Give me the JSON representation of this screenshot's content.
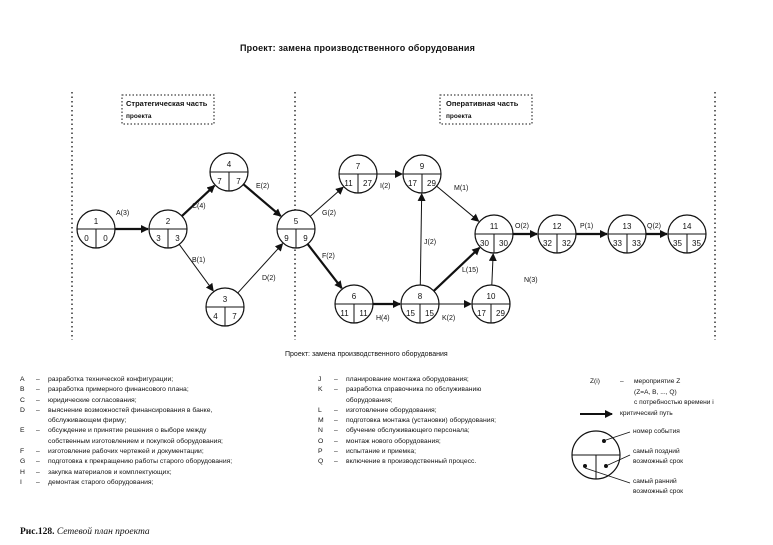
{
  "title": "Проект: замена производственного оборудования",
  "subtitle": "Проект: замена производственного оборудования",
  "phases": {
    "strategic": [
      "Стратегическая часть",
      "проекта"
    ],
    "operational": [
      "Оперативная часть",
      "проекта"
    ]
  },
  "nodes": [
    {
      "id": "1",
      "early": "0",
      "late": "0"
    },
    {
      "id": "2",
      "early": "3",
      "late": "3"
    },
    {
      "id": "3",
      "early": "4",
      "late": "7"
    },
    {
      "id": "4",
      "early": "7",
      "late": "7"
    },
    {
      "id": "5",
      "early": "9",
      "late": "9"
    },
    {
      "id": "6",
      "early": "11",
      "late": "11"
    },
    {
      "id": "7",
      "early": "11",
      "late": "27"
    },
    {
      "id": "8",
      "early": "15",
      "late": "15"
    },
    {
      "id": "9",
      "early": "17",
      "late": "29"
    },
    {
      "id": "10",
      "early": "17",
      "late": "29"
    },
    {
      "id": "11",
      "early": "30",
      "late": "30"
    },
    {
      "id": "12",
      "early": "32",
      "late": "32"
    },
    {
      "id": "13",
      "early": "33",
      "late": "33"
    },
    {
      "id": "14",
      "early": "35",
      "late": "35"
    }
  ],
  "edges": [
    {
      "from": "1",
      "to": "2",
      "label": "A(3)",
      "critical": true
    },
    {
      "from": "2",
      "to": "4",
      "label": "C(4)",
      "critical": true
    },
    {
      "from": "2",
      "to": "3",
      "label": "B(1)",
      "critical": false
    },
    {
      "from": "4",
      "to": "5",
      "label": "E(2)",
      "critical": true
    },
    {
      "from": "3",
      "to": "5",
      "label": "D(2)",
      "critical": false
    },
    {
      "from": "5",
      "to": "7",
      "label": "G(2)",
      "critical": false
    },
    {
      "from": "5",
      "to": "6",
      "label": "F(2)",
      "critical": true
    },
    {
      "from": "7",
      "to": "9",
      "label": "I(2)",
      "critical": false
    },
    {
      "from": "6",
      "to": "8",
      "label": "H(4)",
      "critical": true
    },
    {
      "from": "8",
      "to": "9",
      "label": "J(2)",
      "critical": false
    },
    {
      "from": "9",
      "to": "11",
      "label": "M(1)",
      "critical": false
    },
    {
      "from": "8",
      "to": "11",
      "label": "L(15)",
      "critical": true
    },
    {
      "from": "8",
      "to": "10",
      "label": "K(2)",
      "critical": false
    },
    {
      "from": "10",
      "to": "11",
      "label": "N(3)",
      "critical": false
    },
    {
      "from": "11",
      "to": "12",
      "label": "O(2)",
      "critical": true
    },
    {
      "from": "12",
      "to": "13",
      "label": "P(1)",
      "critical": true
    },
    {
      "from": "13",
      "to": "14",
      "label": "Q(2)",
      "critical": true
    }
  ],
  "activities_left": [
    {
      "key": "A",
      "text": "разработка технической конфигурации;"
    },
    {
      "key": "B",
      "text": "разработка примерного финансового плана;"
    },
    {
      "key": "C",
      "text": "юридические согласования;"
    },
    {
      "key": "D",
      "text": "выяснение возможностей финансирования в банке,"
    },
    {
      "key": "",
      "text": "обслуживающем фирму;"
    },
    {
      "key": "E",
      "text": "обсуждение и принятие решения о выборе между"
    },
    {
      "key": "",
      "text": "собственным изготовлением и покупкой оборудования;"
    },
    {
      "key": "F",
      "text": "изготовление рабочих чертежей и документации;"
    },
    {
      "key": "G",
      "text": "подготовка к прекращению работы старого оборудования;"
    },
    {
      "key": "H",
      "text": "закупка материалов и комплектующих;"
    },
    {
      "key": "I",
      "text": "демонтаж старого оборудования;"
    }
  ],
  "activities_right": [
    {
      "key": "J",
      "text": "планирование монтажа оборудования;"
    },
    {
      "key": "K",
      "text": "разработка справочника по обслуживанию"
    },
    {
      "key": "",
      "text": "оборудования;"
    },
    {
      "key": "L",
      "text": "изготовление оборудования;"
    },
    {
      "key": "M",
      "text": "подготовка монтажа (установки) оборудования;"
    },
    {
      "key": "N",
      "text": "обучение обслуживающего персонала;"
    },
    {
      "key": "O",
      "text": "монтаж нового оборудования;"
    },
    {
      "key": "P",
      "text": "испытание и приемка;"
    },
    {
      "key": "Q",
      "text": "включение в производственный процесс."
    }
  ],
  "symbol_legend": {
    "z_key": "Z(i)",
    "z_text": [
      "мероприятие Z",
      "(Z=A, B, ..., Q)",
      "с потребностью времени i"
    ],
    "critical_path": "критический путь",
    "event_number": "номер события",
    "latest": [
      "самый поздний",
      "возможный срок"
    ],
    "earliest": [
      "самый ранний",
      "возможный срок"
    ]
  },
  "caption": {
    "number": "Рис.128.",
    "text": "Сетевой план проекта"
  }
}
